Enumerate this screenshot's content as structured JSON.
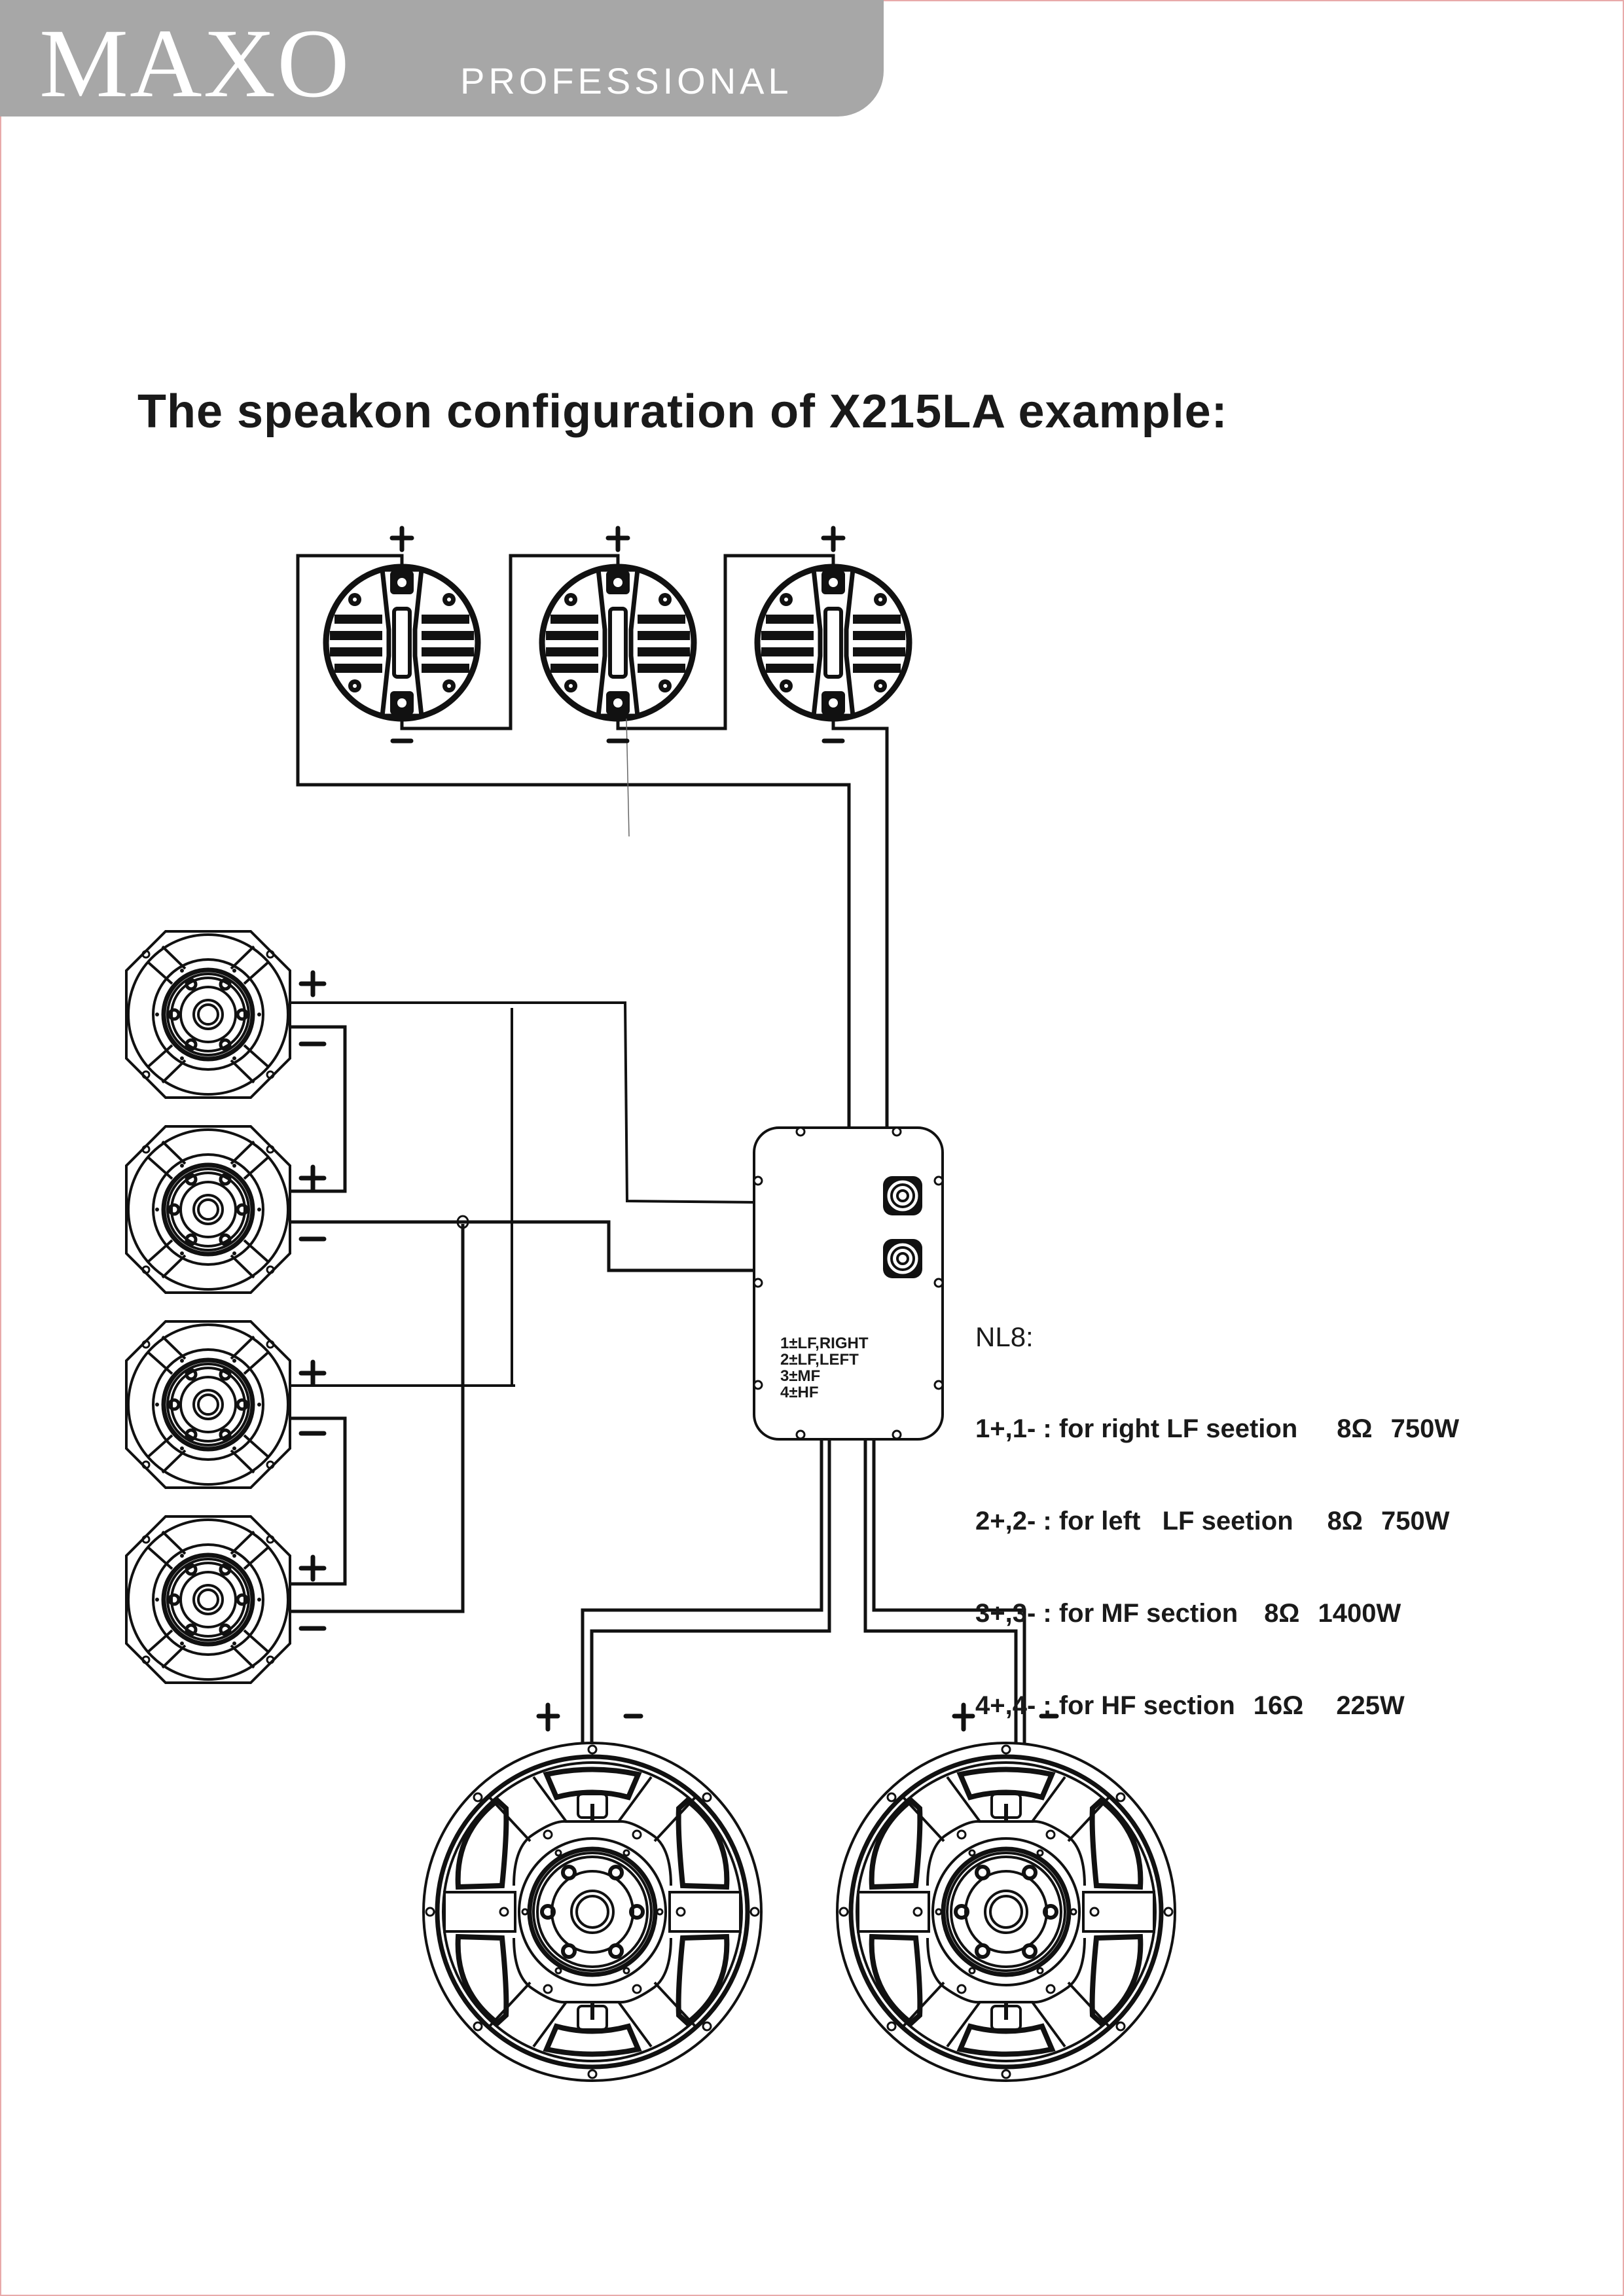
{
  "header": {
    "brand": "MAXO",
    "subtitle": "PROFESSIONAL",
    "band_color": "#a7a7a7"
  },
  "title": "The speakon configuration of X215LA example:",
  "panel": {
    "name": "NL8 connector panel",
    "labels": [
      "1±LF,RIGHT",
      "2±LF,LEFT",
      "3±MF",
      "4±HF"
    ],
    "connectors": 2
  },
  "legend": {
    "heading": "NL8:",
    "rows": [
      {
        "pins": "1+,1- :",
        "desc": "for right LF seetion",
        "impedance": "8Ω",
        "power": "750W"
      },
      {
        "pins": "2+,2- :",
        "desc": "for left   LF seetion",
        "impedance": "8Ω",
        "power": "750W"
      },
      {
        "pins": "3+,3- :",
        "desc": "for MF section",
        "impedance": "8Ω",
        "power": "1400W"
      },
      {
        "pins": "4+,4- :",
        "desc": "for HF section",
        "impedance": "16Ω",
        "power": "225W"
      }
    ]
  },
  "drivers": {
    "hf": {
      "count": 3,
      "type": "compression driver",
      "wiring": "series"
    },
    "mf": {
      "count": 4,
      "type": "midrange driver",
      "wiring": "series-parallel"
    },
    "lf": {
      "count": 2,
      "type": "15in woofer"
    }
  },
  "polarity": {
    "plus": "+",
    "minus": "−"
  }
}
